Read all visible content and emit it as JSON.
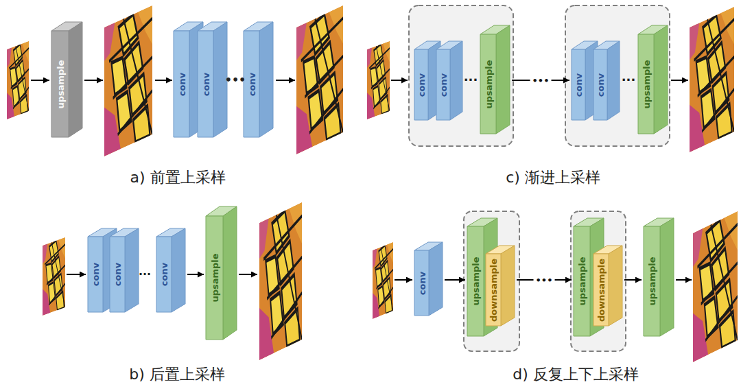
{
  "diagram": {
    "nodes": [
      {
        "text": [
          "upsample"
        ]
      },
      {
        "text": [
          "conv"
        ]
      },
      {
        "text": [
          "conv"
        ]
      },
      {
        "text": [
          "conv"
        ]
      },
      {
        "text": [
          "conv"
        ]
      },
      {
        "text": [
          "conv"
        ]
      },
      {
        "text": [
          "upsample"
        ]
      },
      {
        "text": [
          "conv"
        ]
      },
      {
        "text": [
          "conv"
        ]
      },
      {
        "text": [
          "upsample"
        ]
      },
      {
        "text": [
          "conv"
        ]
      },
      {
        "text": [
          "conv"
        ]
      },
      {
        "text": [
          "conv"
        ]
      },
      {
        "text": [
          "upsample"
        ]
      },
      {
        "text": [
          "conv"
        ]
      },
      {
        "text": [
          "upsample"
        ]
      },
      {
        "text": [
          "downsample"
        ]
      },
      {
        "text": [
          "upsample"
        ]
      },
      {
        "text": [
          "downsample"
        ]
      },
      {
        "text": [
          "upsample"
        ]
      }
    ],
    "edges": [
      {
        "from": 12,
        "to": 13,
        "arrow": "to"
      },
      {
        "from": 6,
        "to": 7,
        "label": "•••",
        "arrow": "to"
      },
      {
        "from": 14,
        "to": 15,
        "arrow": "to"
      },
      {
        "from": 16,
        "to": 17,
        "label": "•••",
        "arrow": "to"
      },
      {
        "from": 18,
        "to": 19,
        "arrow": "to"
      }
    ],
    "labels": [
      "•••",
      "···",
      "···",
      "···",
      "a) 前置上采样",
      "c) 渐进上采样",
      "b) 后置上采样",
      "d) 反复上下上采样"
    ]
  }
}
